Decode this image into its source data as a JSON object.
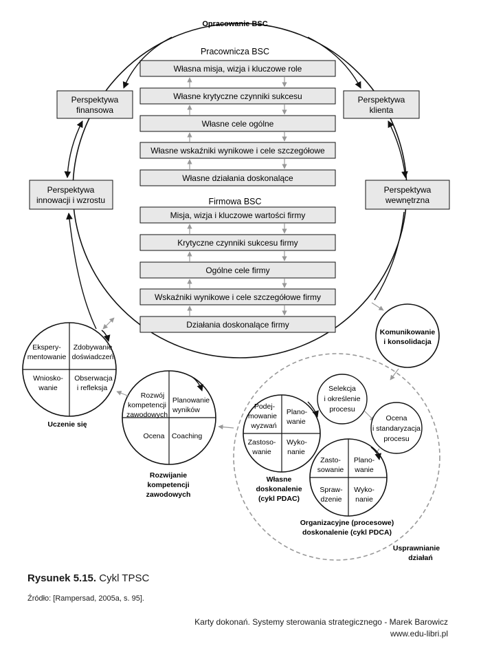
{
  "title": "Opracowanie BSC",
  "employee_section": "Pracownicza BSC",
  "employee_boxes": [
    "Własna misja, wizja i kluczowe role",
    "Własne krytyczne czynniki sukcesu",
    "Własne cele ogólne",
    "Własne wskaźniki wynikowe i cele szczegółowe",
    "Własne działania doskonalące"
  ],
  "company_section": "Firmowa BSC",
  "company_boxes": [
    "Misja, wizja i kluczowe wartości firmy",
    "Krytyczne czynniki sukcesu firmy",
    "Ogólne cele firmy",
    "Wskaźniki wynikowe i cele szczegółowe firmy",
    "Działania doskonalące firmy"
  ],
  "perspectives": {
    "finansowa": [
      "Perspektywa",
      "finansowa"
    ],
    "klienta": [
      "Perspektywa",
      "klienta"
    ],
    "innowacji": [
      "Perspektywa",
      "innowacji i wzrostu"
    ],
    "wewnetrzna": [
      "Perspektywa",
      "wewnętrzna"
    ]
  },
  "learning": {
    "q_tl": [
      "Ekspery-",
      "mentowanie"
    ],
    "q_tr": [
      "Zdobywanie",
      "doświadczeń"
    ],
    "q_bl": [
      "Wniosko-",
      "wanie"
    ],
    "q_br": [
      "Obserwacja",
      "i refleksja"
    ],
    "label": "Uczenie się"
  },
  "competence": {
    "q_tl": [
      "Rozwój",
      "kompetencji",
      "zawodowych"
    ],
    "q_tr": [
      "Planowanie",
      "wyników"
    ],
    "q_bl": [
      "Ocena"
    ],
    "q_br": [
      "Coaching"
    ],
    "label": [
      "Rozwijanie",
      "kompetencji",
      "zawodowych"
    ]
  },
  "communication": [
    "Komunikowanie",
    "i konsolidacja"
  ],
  "pdac": {
    "q_tl": [
      "Podej-",
      "mowanie",
      "wyzwań"
    ],
    "q_tr": [
      "Plano-",
      "wanie"
    ],
    "q_bl": [
      "Zastoso-",
      "wanie"
    ],
    "q_br": [
      "Wyko-",
      "nanie"
    ],
    "label": [
      "Własne",
      "doskonalenie",
      "(cykl PDAC)"
    ]
  },
  "selection": [
    "Selekcja",
    "i określenie",
    "procesu"
  ],
  "standardization": [
    "Ocena",
    "i standaryzacja",
    "procesu"
  ],
  "pdca": {
    "q_tl": [
      "Zasto-",
      "sowanie"
    ],
    "q_tr": [
      "Plano-",
      "wanie"
    ],
    "q_bl": [
      "Spraw-",
      "dzenie"
    ],
    "q_br": [
      "Wyko-",
      "nanie"
    ],
    "label": [
      "Organizacyjne (procesowe)",
      "doskonalenie (cykl PDCA)"
    ]
  },
  "improvement_label": [
    "Usprawnianie",
    "działań"
  ],
  "caption_number": "Rysunek 5.15.",
  "caption_text": " Cykl TPSC",
  "source": "Źródło: [Rampersad, 2005a, s. 95].",
  "footer_line1": "Karty dokonań. Systemy sterowania strategicznego - Marek Barowicz",
  "footer_line2": "www.edu-libri.pl"
}
